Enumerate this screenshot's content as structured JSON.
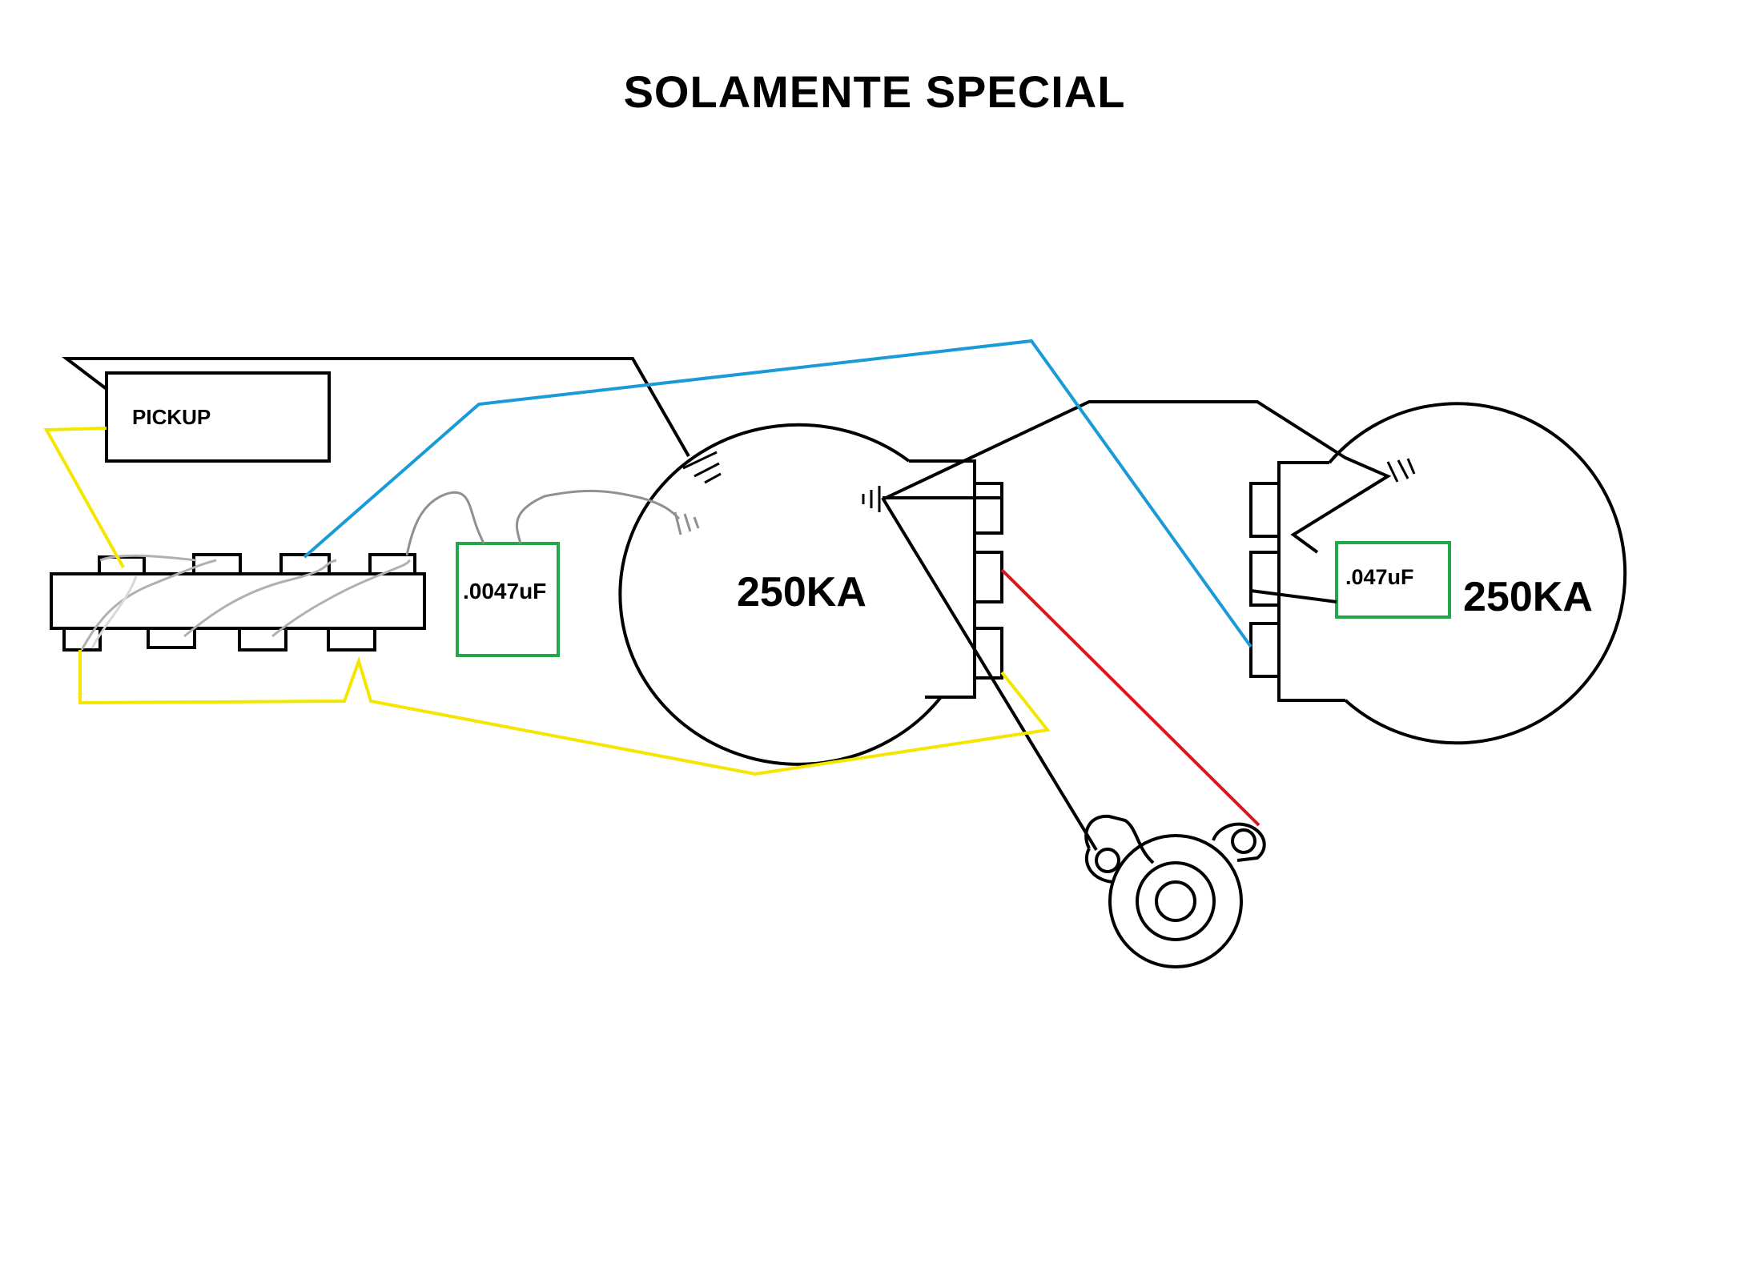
{
  "title": "SOLAMENTE SPECIAL",
  "labels": {
    "pickup": "PICKUP",
    "cap_tone_1": ".0047uF",
    "cap_tone_2": ".047uF",
    "pot_1": "250KA",
    "pot_2": "250KA"
  },
  "colors": {
    "wire_black": "#000000",
    "wire_blue": "#1a9ad6",
    "wire_yellow": "#f5e600",
    "wire_red": "#e0141e",
    "wire_gray": "#909090",
    "capacitor_outline": "#22a84a"
  }
}
